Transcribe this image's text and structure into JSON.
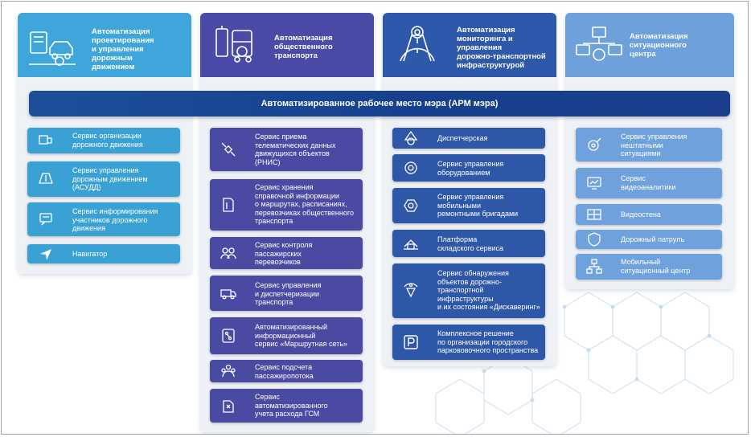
{
  "central_bar": "Автоматизированное рабочее место мэра (АРМ мэра)",
  "columns": [
    {
      "title": "Автоматизация\nпроектирования\nи управления дорожным\nдвижением",
      "header_color": "#3ea6db",
      "icon": "road-traffic-gear-icon",
      "cards": [
        {
          "label": "Сервис организации\nдорожного движения",
          "icon": "road-sign-icon"
        },
        {
          "label": "Сервис управления\nдорожным движением\n(АСУДД)",
          "icon": "book-road-icon"
        },
        {
          "label": "Сервис информирования\nучастников дорожного\nдвижения",
          "icon": "message-screen-icon"
        },
        {
          "label": "Навигатор",
          "icon": "navigator-arrow-icon"
        }
      ]
    },
    {
      "title": "Автоматизация\nобщественного\nтранспорта",
      "header_color": "#4a4ba6",
      "icon": "bus-gear-icon",
      "cards": [
        {
          "label": "Сервис приема\nтелематических данных\nдвижущихся объектов\n(РНИС)",
          "icon": "satellite-icon"
        },
        {
          "label": "Сервис хранения\nсправочной информации\nо маршрутах, расписаниях,\nперевозчиках общественного\nтранспорта",
          "icon": "map-folder-icon"
        },
        {
          "label": "Сервис контроля\nпассажирских\nперевозчиков",
          "icon": "people-icon"
        },
        {
          "label": "Сервис управления\nи диспетчеризации\nтранспорта",
          "icon": "truck-icon"
        },
        {
          "label": "Автоматизированный\nинформационный\nсервис «Маршрутная сеть»",
          "icon": "route-network-icon"
        },
        {
          "label": "Сервис подсчета\nпассажиропотока",
          "icon": "crowd-icon"
        },
        {
          "label": "Сервис\nавтоматизированного\nучета расхода ГСМ",
          "icon": "fuel-canister-icon"
        }
      ]
    },
    {
      "title": "Автоматизация\nмониторинга и управления\nдорожно-транспортной\nинфраструктурой",
      "header_color": "#2e58aa",
      "icon": "road-monitoring-icon",
      "cards": [
        {
          "label": "Диспетчерская",
          "icon": "dispatcher-icon"
        },
        {
          "label": "Сервис управления\nоборудованием",
          "icon": "equipment-icon"
        },
        {
          "label": "Сервис управления\nмобильными\nремонтными бригадами",
          "icon": "repair-nut-icon"
        },
        {
          "label": "Платформа\nскладского сервиса",
          "icon": "warehouse-icon"
        },
        {
          "label": "Сервис обнаружения\nобъектов дорожно-\nтранспортной\nинфраструктуры\nи их состояния «Дискаверинг»",
          "icon": "discovery-icon"
        },
        {
          "label": "Комплексное решение\nпо организации городского\nпаркововочного пространства",
          "icon": "parking-icon"
        }
      ]
    },
    {
      "title": "Автоматизация\nситуационного\nцентра",
      "header_color": "#6ea0dc",
      "icon": "situation-center-icon",
      "cards": [
        {
          "label": "Сервис управления\nнештатными\nситуациями",
          "icon": "emergency-icon"
        },
        {
          "label": "Сервис\nвидеоаналитики",
          "icon": "video-analytics-icon"
        },
        {
          "label": "Видеостена",
          "icon": "video-wall-icon"
        },
        {
          "label": "Дорожный патруль",
          "icon": "shield-icon"
        },
        {
          "label": "Мобильный\nситуационный центр",
          "icon": "mobile-network-icon"
        }
      ]
    }
  ]
}
